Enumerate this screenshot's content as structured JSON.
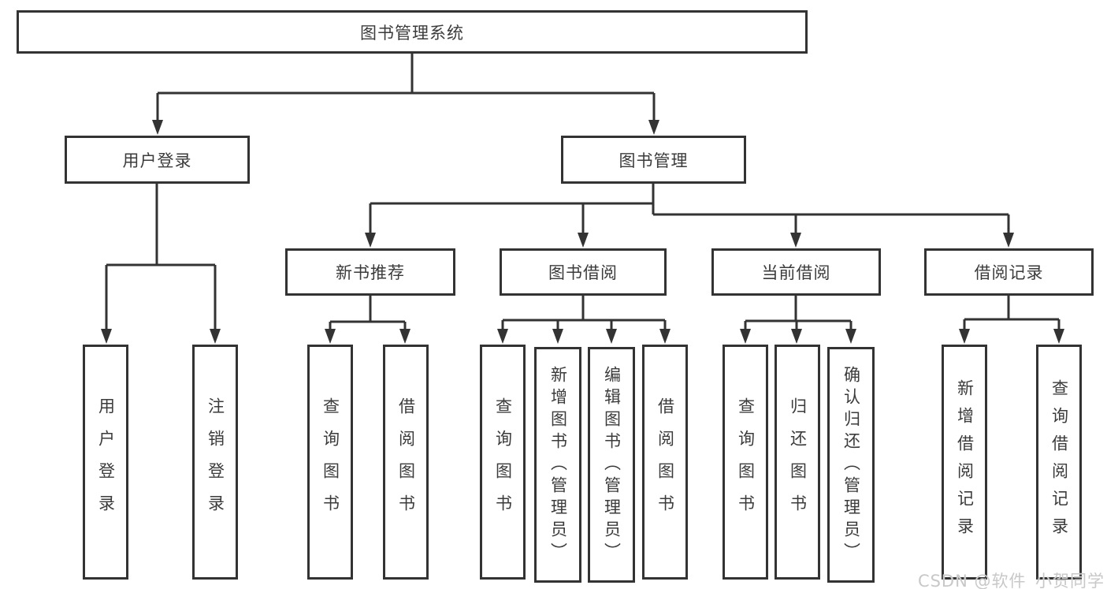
{
  "diagram": {
    "title": "图书管理系统",
    "level2": {
      "user_login": "用户登录",
      "book_mgmt": "图书管理"
    },
    "level3": {
      "new_book_rec": "新书推荐",
      "book_borrow": "图书借阅",
      "current_borrow": "当前借阅",
      "borrow_records": "借阅记录"
    },
    "leaves": {
      "user_login": "用户登录",
      "logout": "注销登录",
      "nb_query_books": "查询图书",
      "nb_borrow_books": "借阅图书",
      "bb_query_books": "查询图书",
      "bb_add_books": "新增图书（管理员）",
      "bb_edit_books": "编辑图书（管理员）",
      "bb_borrow_books": "借阅图书",
      "cb_query_books": "查询图书",
      "cb_return_books": "归还图书",
      "cb_confirm_return": "确认归还（管理员）",
      "rec_add_record": "新增借阅记录",
      "rec_query_record": "查询借阅记录"
    },
    "watermark": "CSDN @软件_小贺同学",
    "colors": {
      "line": "#333333",
      "box_border": "#333333",
      "text": "#3b3b3b",
      "watermark": "#c8c8c8",
      "background": "#ffffff"
    }
  }
}
